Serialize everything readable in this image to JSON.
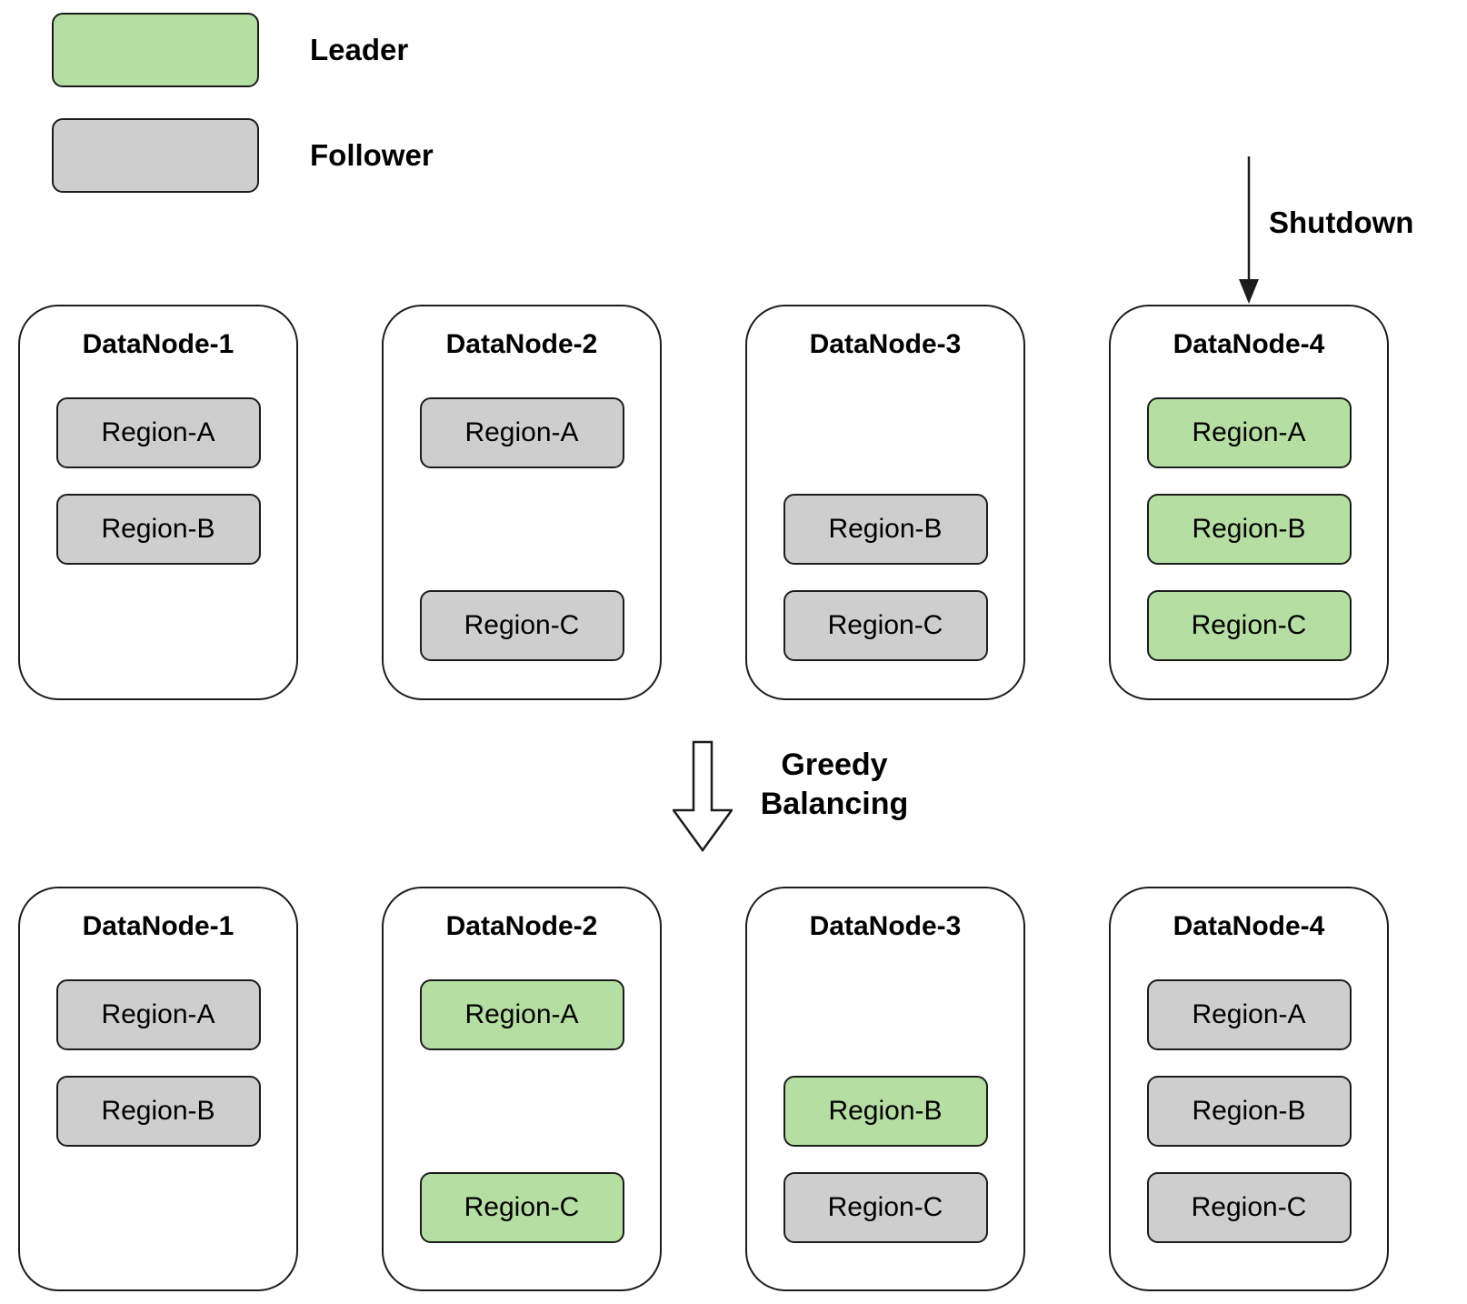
{
  "colors": {
    "leader_fill": "#b5dfa2",
    "follower_fill": "#cecece",
    "stroke": "#1c1c1c"
  },
  "legend": {
    "items": [
      {
        "label": "Leader",
        "role": "leader"
      },
      {
        "label": "Follower",
        "role": "follower"
      }
    ]
  },
  "shutdown_label": "Shutdown",
  "transition": {
    "line1": "Greedy",
    "line2": "Balancing"
  },
  "top_row": {
    "nodes": [
      {
        "title": "DataNode-1",
        "slots": [
          {
            "label": "Region-A",
            "role": "follower"
          },
          {
            "label": "Region-B",
            "role": "follower"
          },
          null
        ]
      },
      {
        "title": "DataNode-2",
        "slots": [
          {
            "label": "Region-A",
            "role": "follower"
          },
          null,
          {
            "label": "Region-C",
            "role": "follower"
          }
        ]
      },
      {
        "title": "DataNode-3",
        "slots": [
          null,
          {
            "label": "Region-B",
            "role": "follower"
          },
          {
            "label": "Region-C",
            "role": "follower"
          }
        ]
      },
      {
        "title": "DataNode-4",
        "slots": [
          {
            "label": "Region-A",
            "role": "leader"
          },
          {
            "label": "Region-B",
            "role": "leader"
          },
          {
            "label": "Region-C",
            "role": "leader"
          }
        ]
      }
    ]
  },
  "bottom_row": {
    "nodes": [
      {
        "title": "DataNode-1",
        "slots": [
          {
            "label": "Region-A",
            "role": "follower"
          },
          {
            "label": "Region-B",
            "role": "follower"
          },
          null
        ]
      },
      {
        "title": "DataNode-2",
        "slots": [
          {
            "label": "Region-A",
            "role": "leader"
          },
          null,
          {
            "label": "Region-C",
            "role": "leader"
          }
        ]
      },
      {
        "title": "DataNode-3",
        "slots": [
          null,
          {
            "label": "Region-B",
            "role": "leader"
          },
          {
            "label": "Region-C",
            "role": "follower"
          }
        ]
      },
      {
        "title": "DataNode-4",
        "slots": [
          {
            "label": "Region-A",
            "role": "follower"
          },
          {
            "label": "Region-B",
            "role": "follower"
          },
          {
            "label": "Region-C",
            "role": "follower"
          }
        ]
      }
    ]
  }
}
